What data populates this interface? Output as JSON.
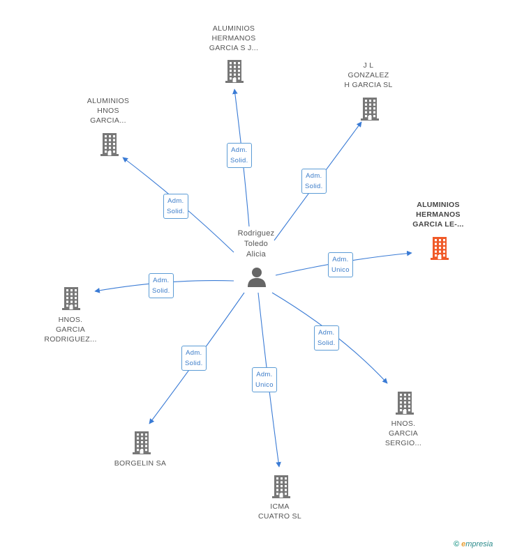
{
  "center": {
    "line1": "Rodriguez",
    "line2": "Toledo",
    "line3": "Alicia"
  },
  "companies": [
    {
      "lines": [
        "ALUMINIOS",
        "HERMANOS",
        "GARCIA S J..."
      ]
    },
    {
      "lines": [
        "J L",
        "GONZALEZ",
        "H GARCIA SL"
      ]
    },
    {
      "lines": [
        "ALUMINIOS",
        "HNOS",
        "GARCIA..."
      ]
    },
    {
      "lines": [
        "ALUMINIOS",
        "HERMANOS",
        "GARCIA LE-..."
      ],
      "highlight": true
    },
    {
      "lines": [
        "HNOS.",
        "GARCIA",
        "RODRIGUEZ..."
      ]
    },
    {
      "lines": [
        "HNOS.",
        "GARCIA",
        "SERGIO..."
      ]
    },
    {
      "lines": [
        "BORGELIN SA"
      ]
    },
    {
      "lines": [
        "ICMA",
        "CUATRO SL"
      ]
    }
  ],
  "relations": [
    {
      "l1": "Adm.",
      "l2": "Solid."
    },
    {
      "l1": "Adm.",
      "l2": "Solid."
    },
    {
      "l1": "Adm.",
      "l2": "Solid."
    },
    {
      "l1": "Adm.",
      "l2": "Unico"
    },
    {
      "l1": "Adm.",
      "l2": "Solid."
    },
    {
      "l1": "Adm.",
      "l2": "Solid."
    },
    {
      "l1": "Adm.",
      "l2": "Solid."
    },
    {
      "l1": "Adm.",
      "l2": "Unico"
    }
  ],
  "colors": {
    "edge": "#3a7bd5",
    "building": "#777777",
    "highlight": "#f05a28"
  },
  "brand": {
    "copyright": "©",
    "e": "e",
    "rest": "mpresia"
  }
}
